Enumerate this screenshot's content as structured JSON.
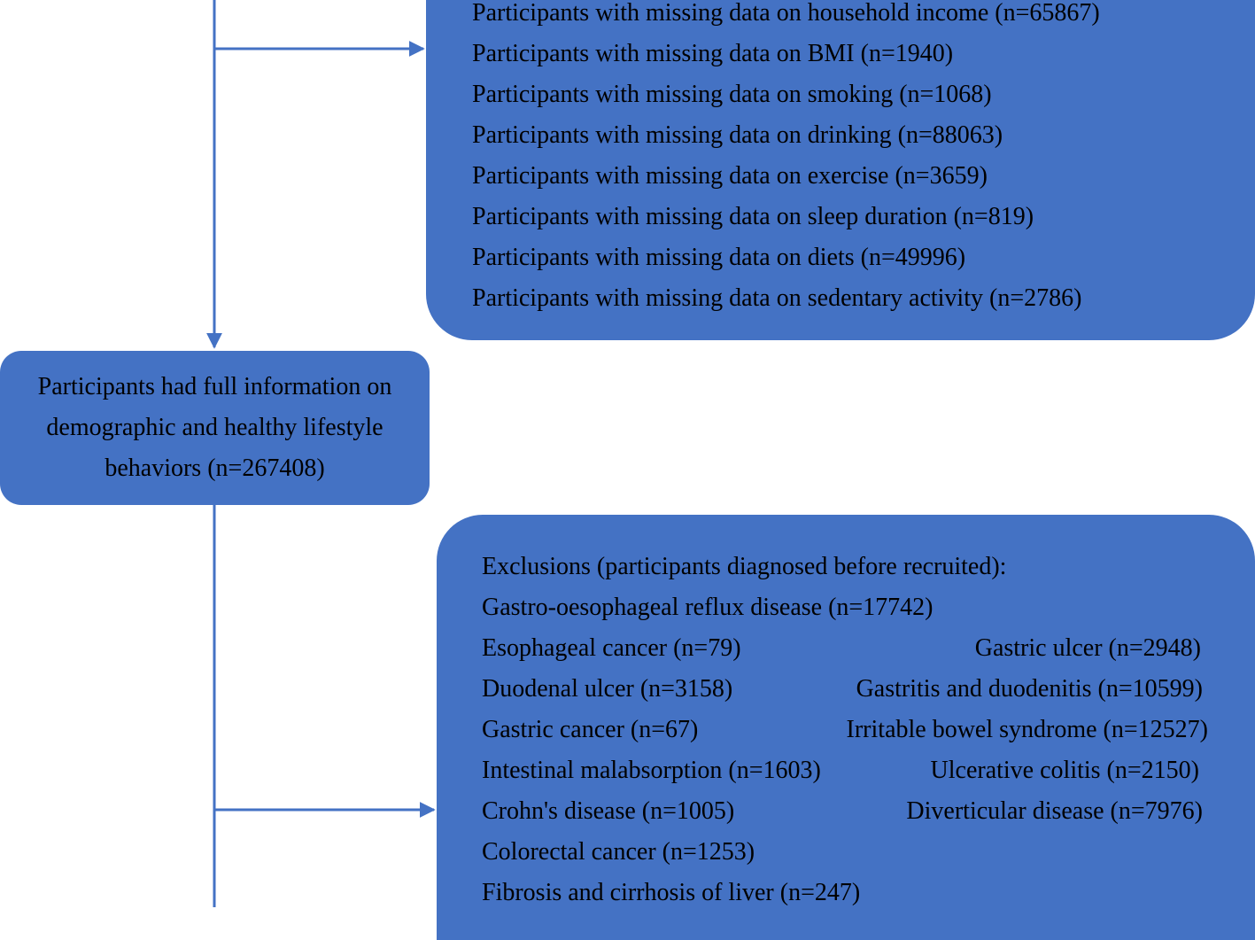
{
  "missing_box": {
    "items": [
      "Participants with missing data on household income (n=65867)",
      "Participants with missing data on BMI (n=1940)",
      "Participants with missing data on smoking (n=1068)",
      "Participants with missing data on drinking (n=88063)",
      "Participants with missing data on exercise (n=3659)",
      "Participants with missing data on sleep duration (n=819)",
      "Participants with missing data on diets (n=49996)",
      "Participants with missing data on sedentary activity (n=2786)"
    ]
  },
  "full_info_box": {
    "text": "Participants had full information on demographic and healthy lifestyle behaviors (n=267408)"
  },
  "exclusion_box": {
    "heading": "Exclusions (participants diagnosed before recruited):",
    "gerd": "Gastro-oesophageal reflux disease (n=17742)",
    "rows": [
      {
        "left": "Esophageal cancer (n=79)",
        "right": "Gastric ulcer (n=2948)"
      },
      {
        "left": "Duodenal ulcer (n=3158)",
        "right": "Gastritis and duodenitis (n=10599)"
      },
      {
        "left": "Gastric cancer (n=67)",
        "right": "Irritable bowel syndrome (n=12527)"
      },
      {
        "left": "Intestinal malabsorption (n=1603)",
        "right": "Ulcerative colitis (n=2150)"
      },
      {
        "left": "Crohn's disease (n=1005)",
        "right": "Diverticular disease (n=7976)"
      }
    ],
    "colorectal": "Colorectal cancer (n=1253)",
    "fibrosis": "Fibrosis and cirrhosis of liver (n=247)"
  },
  "colors": {
    "box_fill": "#4472c4",
    "connector": "#4472c4",
    "text": "#000000"
  }
}
